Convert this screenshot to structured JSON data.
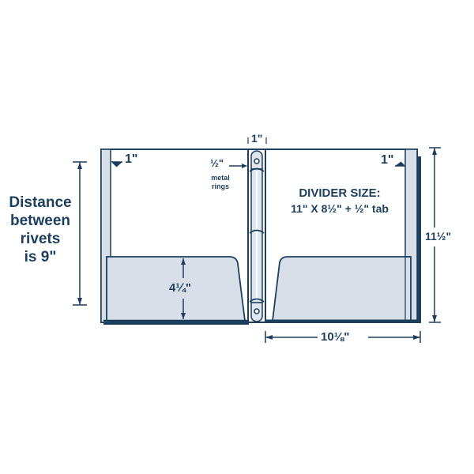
{
  "diagram": {
    "title": "Binder folder with metal rings and pockets",
    "colors": {
      "outline": "#1d3f5e",
      "panel_fill": "#ffffff",
      "pocket_fill": "#d8dfe9",
      "strip_fill": "#d8dfe9",
      "ring_fill": "#dfe6ee"
    },
    "labels": {
      "rivets_line1": "Distance",
      "rivets_line2": "between",
      "rivets_line3": "rivets",
      "rivets_line4": "is 9\"",
      "left_margin": "1\"",
      "ring_size": "½\"",
      "ring_caption_line1": "metal",
      "ring_caption_line2": "rings",
      "spine_width": "1\"",
      "right_margin": "1\"",
      "divider_title": "DIVIDER SIZE:",
      "divider_size": "11\" X 8½\" + ½\" tab",
      "pocket_height": "4¼\"",
      "height": "11½\"",
      "width": "10⅛\""
    }
  }
}
